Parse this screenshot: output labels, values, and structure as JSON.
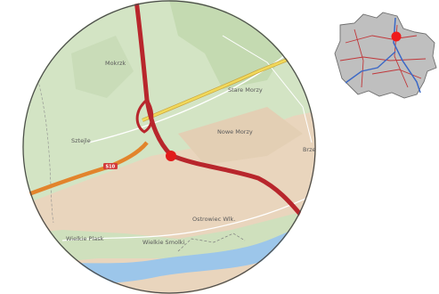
{
  "map": {
    "places": [
      {
        "id": "mokrzk",
        "name": "Mokrzk"
      },
      {
        "id": "stare-morzy",
        "name": "Stare Morzy"
      },
      {
        "id": "nowe-morzy",
        "name": "Nowe Morzy"
      },
      {
        "id": "sztejle",
        "name": "Sztejle"
      },
      {
        "id": "brzeski",
        "name": "Brzeski"
      },
      {
        "id": "ostrowiec",
        "name": "Ostrowiec Wlk."
      },
      {
        "id": "wielkie-plask",
        "name": "Wielkie Plask"
      },
      {
        "id": "wielkie-smolki",
        "name": "Wielkie Smolki"
      }
    ],
    "road_shield": "S10",
    "colors": {
      "land_green": "#d3e4c4",
      "land_beige": "#e9d5bd",
      "river": "#9cc6ea",
      "expressway": "#b8262c",
      "national_road": "#e2842c",
      "regional_road": "#f1d85a",
      "marker": "#e11a1a",
      "boundary": "#7d7d7d"
    }
  },
  "inset": {
    "fill": "#bfbfbf",
    "road_color": "#c0373a",
    "river_color": "#3b68c6",
    "marker_color": "#ef1b1b"
  }
}
